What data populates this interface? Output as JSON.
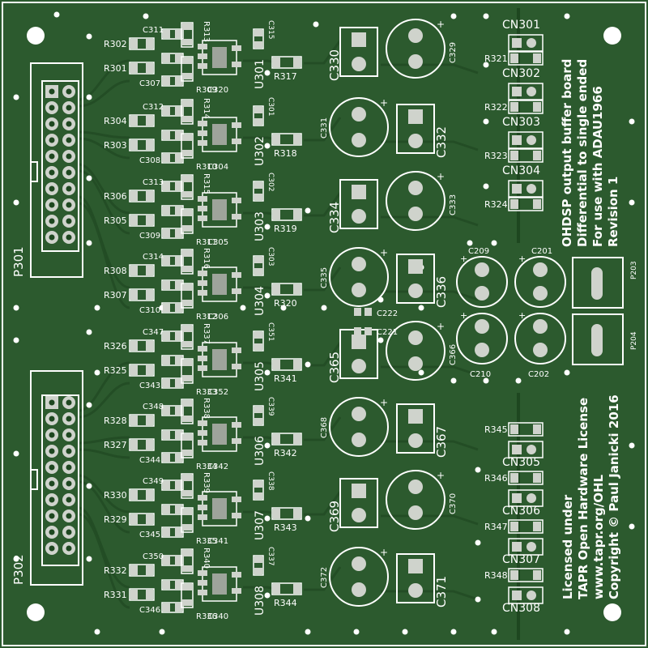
{
  "board": {
    "title_lines": [
      "OHDSP output buffer board",
      "Differential to single ended",
      "For use with ADAU1966",
      "Revision 1"
    ],
    "license_lines": [
      "Licensed under",
      "TAPR Open Hardware License",
      "www.tapr.org/OHL",
      "Copyright © Paul Janicki 2016"
    ]
  },
  "colors": {
    "board": "#2c5a2e",
    "board_dark": "#1e4720",
    "trace": "#234d25",
    "trace_edge": "#3a6e3c",
    "pad": "#cfd3cc",
    "pad_dark": "#9ea49b",
    "silk": "#ffffff",
    "hole": "#ffffff"
  },
  "connectors": {
    "p301": "P301",
    "p302": "P302",
    "p203": "P203",
    "p204": "P204"
  },
  "channels": [
    {
      "ic": "U301",
      "r_in_a": "R302",
      "r_in_b": "R301",
      "r_fb": "R313",
      "r_fb2": "R309",
      "c_top": "C311",
      "c_bot": "C307",
      "c_mid": "C312",
      "c_in": "C320",
      "c_dec": "C315",
      "r_out": "R317",
      "ce_a": "C330",
      "ce_b": "C329"
    },
    {
      "ic": "U302",
      "r_in_a": "R304",
      "r_in_b": "R303",
      "r_fb": "R314",
      "r_fb2": "R310",
      "c_top": "C312",
      "c_bot": "C308",
      "c_mid": "C313",
      "c_in": "C304",
      "c_dec": "C301",
      "r_out": "R318",
      "ce_a": "C331",
      "ce_b": "C332"
    },
    {
      "ic": "U303",
      "r_in_a": "R306",
      "r_in_b": "R305",
      "r_fb": "R315",
      "r_fb2": "R311",
      "c_top": "C313",
      "c_bot": "C309",
      "c_mid": "C314",
      "c_in": "C305",
      "c_dec": "C302",
      "r_out": "R319",
      "ce_a": "C334",
      "ce_b": "C333"
    },
    {
      "ic": "U304",
      "r_in_a": "R308",
      "r_in_b": "R307",
      "r_fb": "R316",
      "r_fb2": "R312",
      "c_top": "C314",
      "c_bot": "C310",
      "c_mid": "C347",
      "c_in": "C306",
      "c_dec": "C303",
      "r_out": "R320",
      "ce_a": "C335",
      "ce_b": "C336"
    },
    {
      "ic": "U305",
      "r_in_a": "R326",
      "r_in_b": "R325",
      "r_fb": "R337",
      "r_fb2": "R333",
      "c_top": "C347",
      "c_bot": "C343",
      "c_mid": "C348",
      "c_in": "C352",
      "c_dec": "C351",
      "r_out": "R341",
      "ce_a": "C365",
      "ce_b": "C366"
    },
    {
      "ic": "U306",
      "r_in_a": "R328",
      "r_in_b": "R327",
      "r_fb": "R338",
      "r_fb2": "R334",
      "c_top": "C348",
      "c_bot": "C344",
      "c_mid": "C349",
      "c_in": "C342",
      "c_dec": "C339",
      "r_out": "R342",
      "ce_a": "C368",
      "ce_b": "C367"
    },
    {
      "ic": "U307",
      "r_in_a": "R330",
      "r_in_b": "R329",
      "r_fb": "R339",
      "r_fb2": "R335",
      "c_top": "C349",
      "c_bot": "C345",
      "c_mid": "C350",
      "c_in": "C341",
      "c_dec": "C338",
      "r_out": "R343",
      "ce_a": "C369",
      "ce_b": "C370"
    },
    {
      "ic": "U308",
      "r_in_a": "R332",
      "r_in_b": "R331",
      "r_fb": "R340",
      "r_fb2": "R336",
      "c_top": "C350",
      "c_bot": "C346",
      "c_mid": "",
      "c_in": "C340",
      "c_dec": "C337",
      "r_out": "R344",
      "ce_a": "C372",
      "ce_b": "C371"
    }
  ],
  "outputs_top": [
    {
      "cn": "CN301",
      "r": "R321"
    },
    {
      "cn": "CN302",
      "r": "R322"
    },
    {
      "cn": "CN303",
      "r": "R323"
    },
    {
      "cn": "CN304",
      "r": "R324"
    }
  ],
  "outputs_bottom": [
    {
      "cn": "CN305",
      "r": "R345"
    },
    {
      "cn": "CN306",
      "r": "R346"
    },
    {
      "cn": "CN307",
      "r": "R347"
    },
    {
      "cn": "CN308",
      "r": "R348"
    }
  ],
  "power_caps": {
    "c209": "C209",
    "c201": "C201",
    "c210": "C210",
    "c202": "C202",
    "c222": "C222",
    "c221": "C221",
    "plus": "+"
  }
}
